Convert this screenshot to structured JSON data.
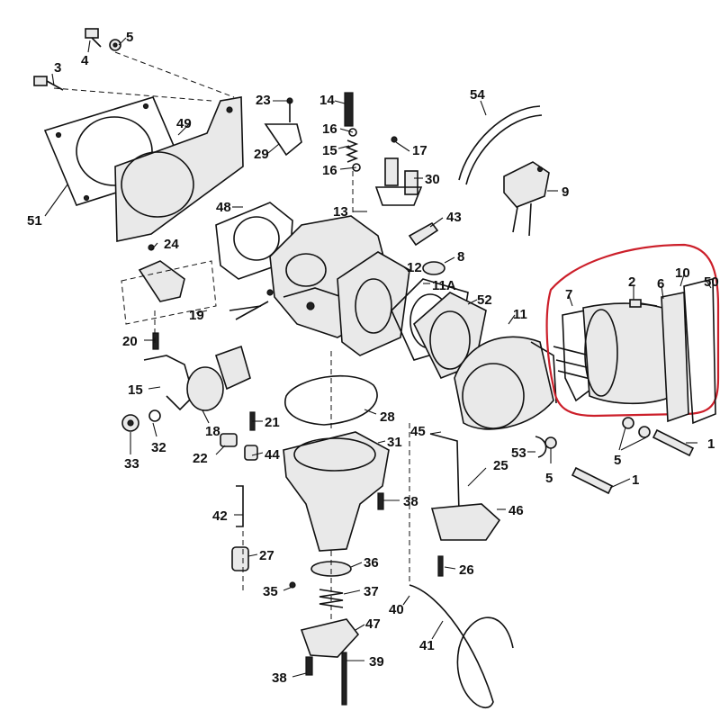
{
  "colors": {
    "highlight": "#cc1f2a",
    "ink": "#111111"
  },
  "callouts": {
    "c1a": "1",
    "c1b": "1",
    "c2": "2",
    "c3": "3",
    "c4": "4",
    "c5a": "5",
    "c5b": "5",
    "c5c": "5",
    "c6": "6",
    "c7": "7",
    "c8": "8",
    "c9": "9",
    "c10": "10",
    "c11": "11",
    "c11A": "11A",
    "c12": "12",
    "c13": "13",
    "c14": "14",
    "c15a": "15",
    "c15b": "15",
    "c16a": "16",
    "c16b": "16",
    "c17": "17",
    "c18": "18",
    "c19": "19",
    "c20": "20",
    "c21": "21",
    "c22": "22",
    "c23": "23",
    "c24": "24",
    "c25": "25",
    "c26": "26",
    "c27": "27",
    "c28": "28",
    "c29": "29",
    "c30": "30",
    "c31": "31",
    "c32": "32",
    "c33": "33",
    "c35": "35",
    "c36": "36",
    "c37": "37",
    "c38a": "38",
    "c38b": "38",
    "c39": "39",
    "c40": "40",
    "c41": "41",
    "c42": "42",
    "c43": "43",
    "c44": "44",
    "c45": "45",
    "c46": "46",
    "c47": "47",
    "c48": "48",
    "c49": "49",
    "c50": "50",
    "c51": "51",
    "c52": "52",
    "c53": "53",
    "c54": "54"
  }
}
